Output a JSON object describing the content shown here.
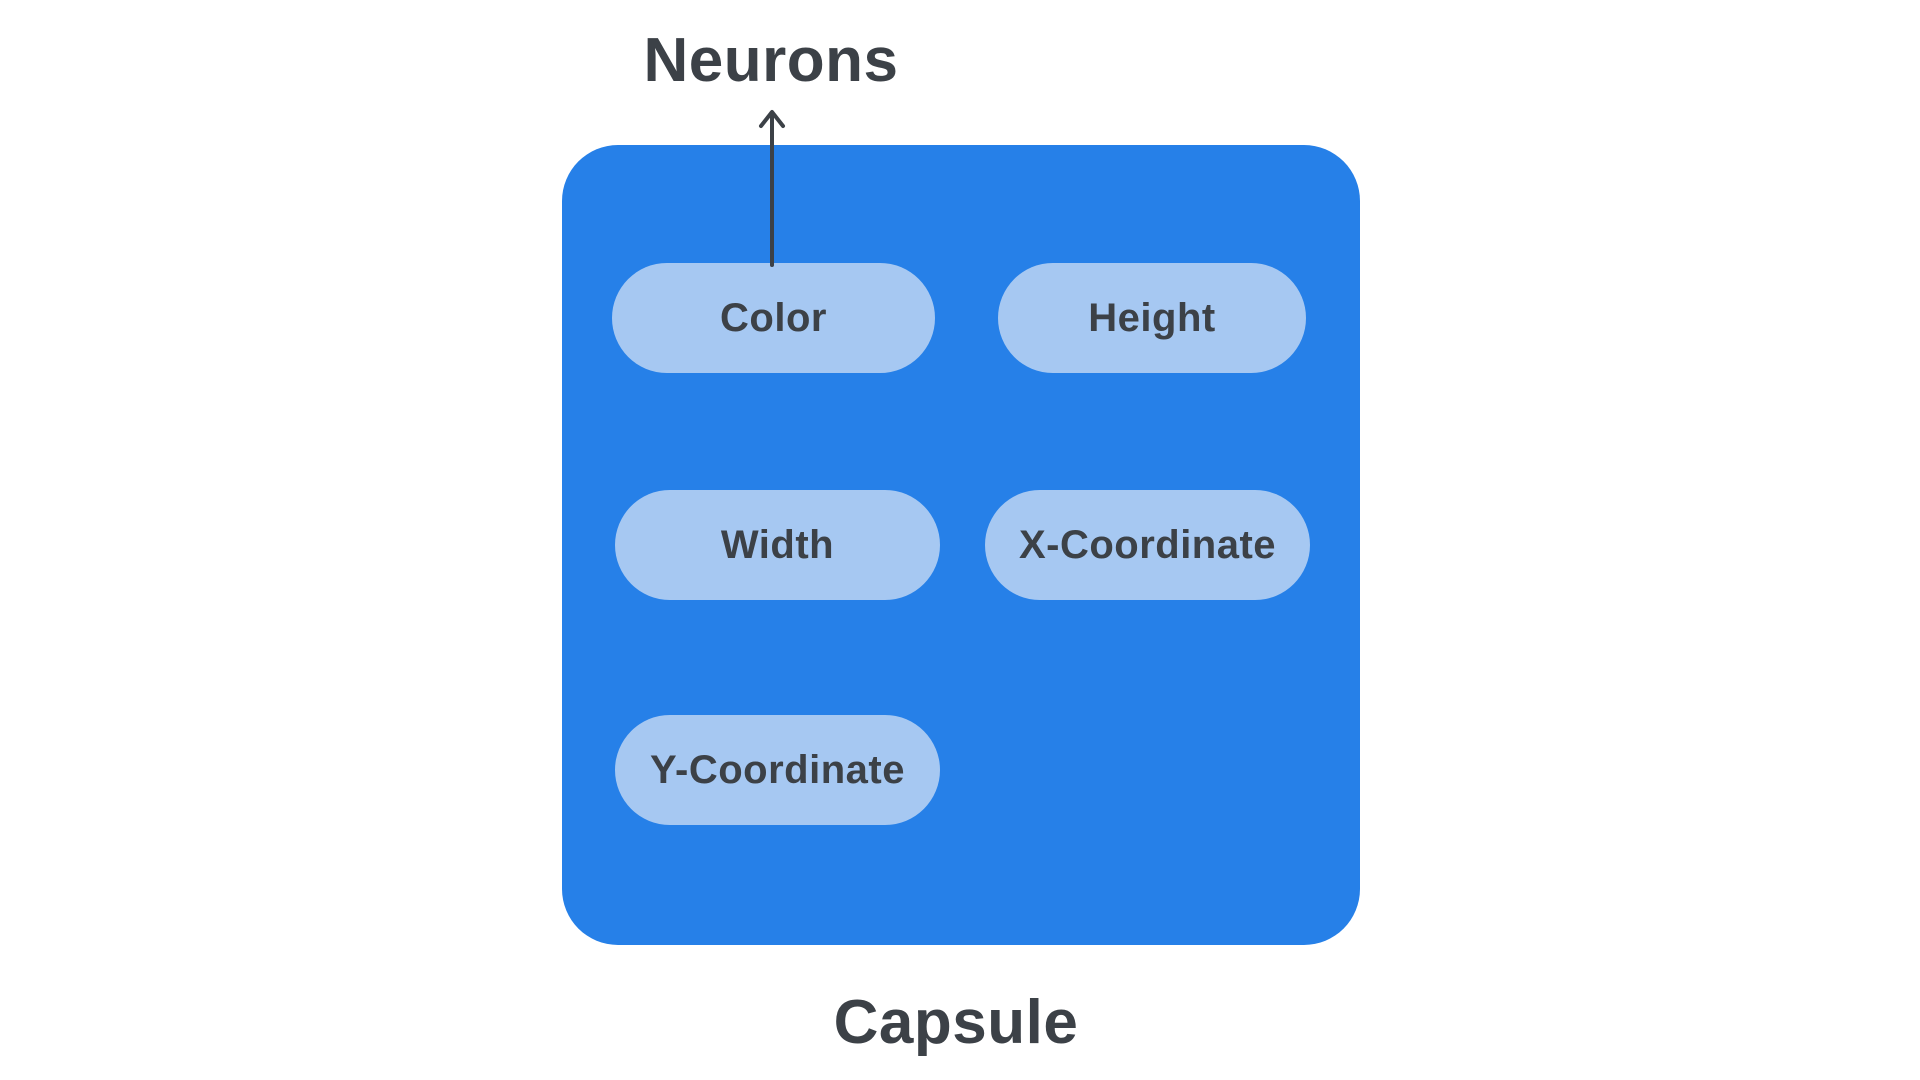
{
  "diagram": {
    "top_label": "Neurons",
    "bottom_label": "Capsule",
    "neurons": [
      {
        "label": "Color"
      },
      {
        "label": "Height"
      },
      {
        "label": "Width"
      },
      {
        "label": "X-Coordinate"
      },
      {
        "label": "Y-Coordinate"
      }
    ],
    "icons": {
      "arrow": "arrow-up-icon"
    },
    "colors": {
      "capsule_box": "#2680E8",
      "neuron_pill": "#A6C8F2",
      "label_text": "#3C4147",
      "arrow": "#3C4147",
      "page_bg": "#FFFFFF"
    }
  }
}
